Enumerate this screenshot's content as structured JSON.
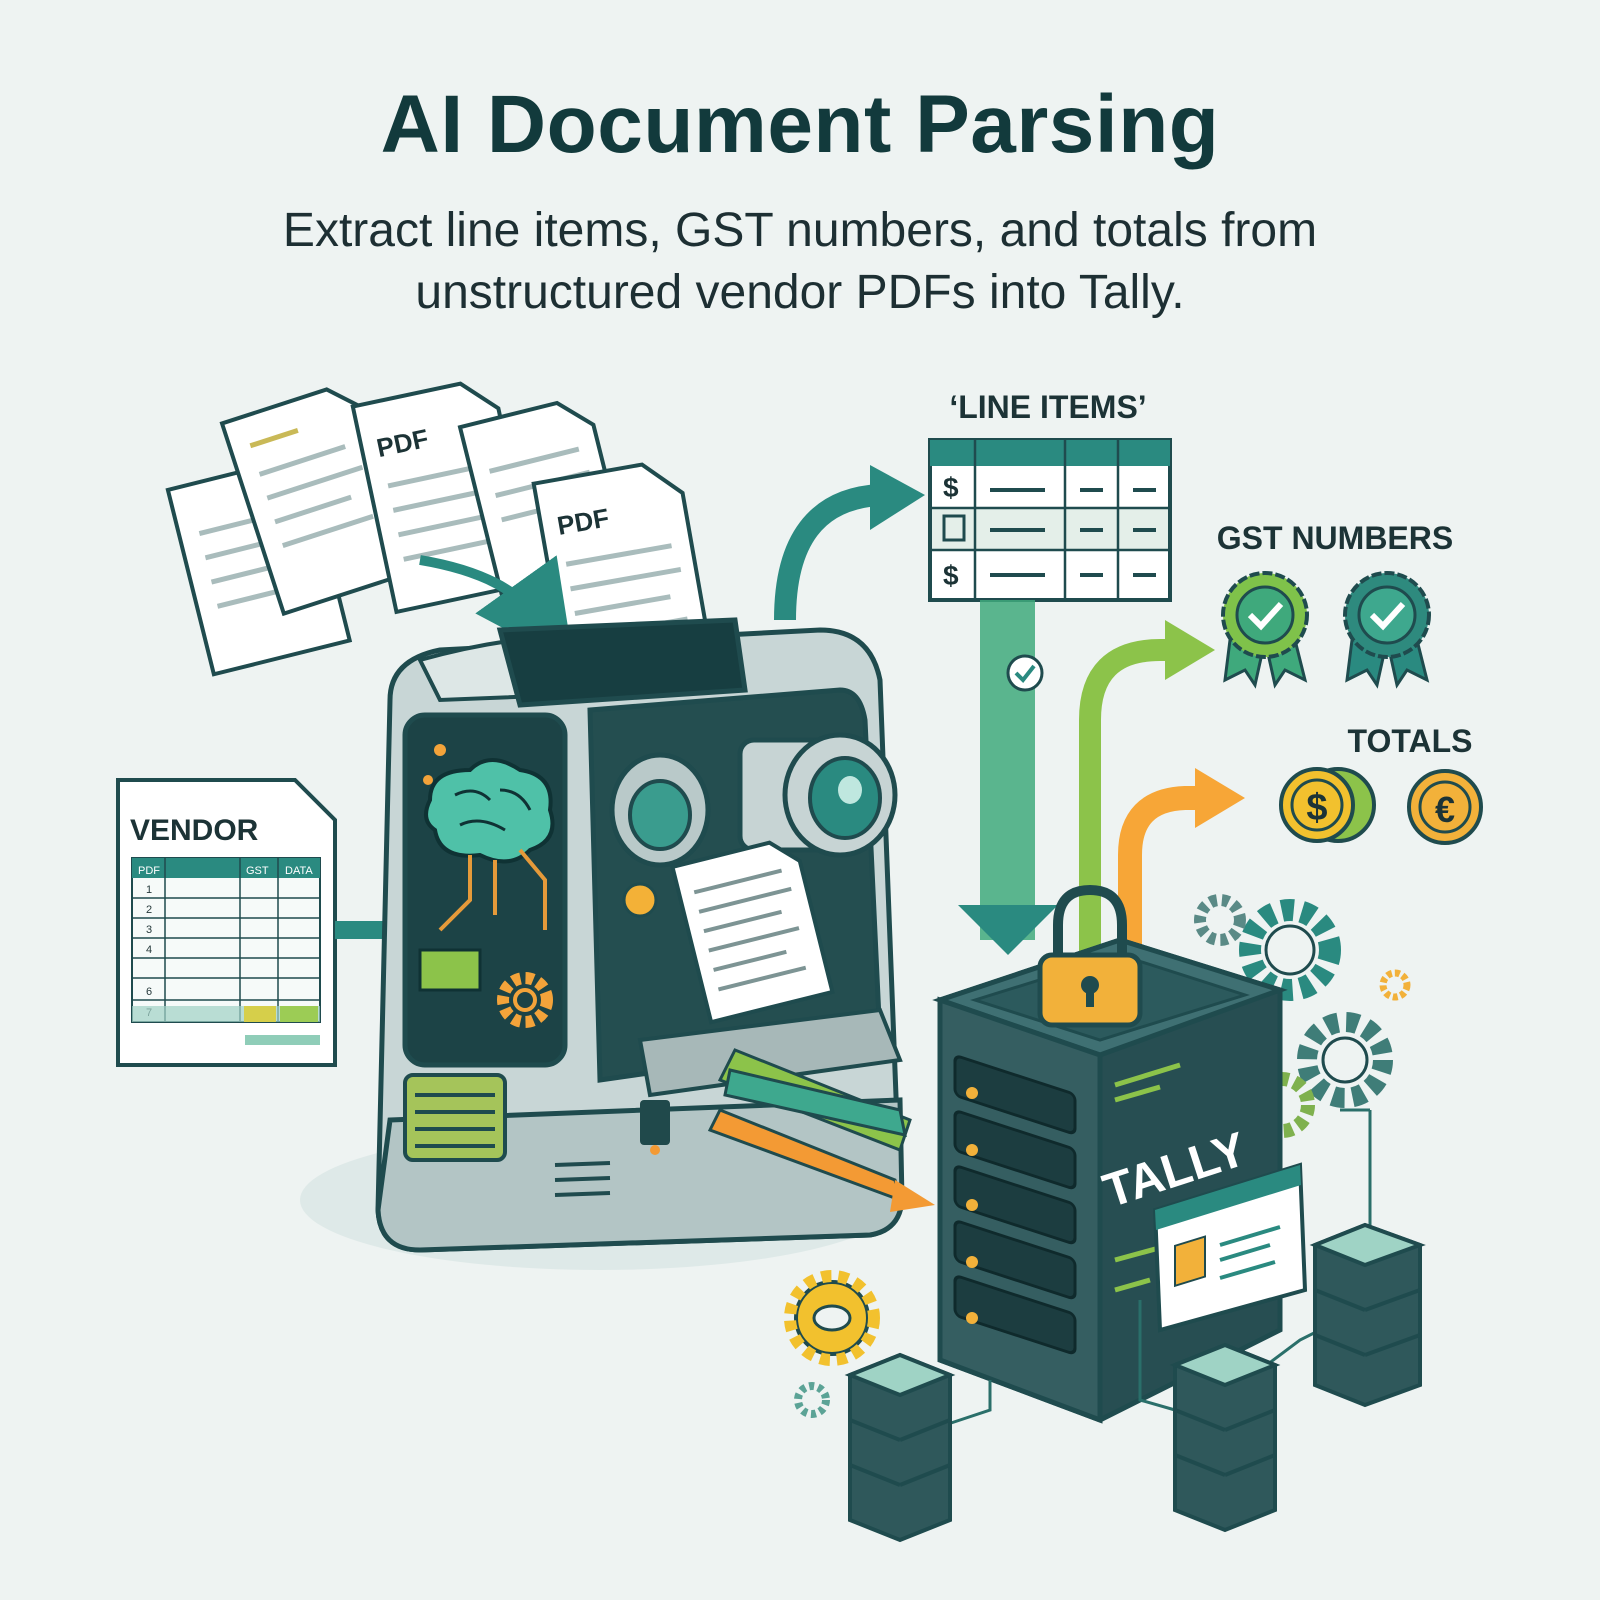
{
  "title": "AI Document Parsing",
  "subtitle": "Extract line items, GST numbers, and totals from unstructured vendor PDFs into Tally.",
  "labels": {
    "line_items": "‘LINE ITEMS’",
    "gst_numbers": "GST NUMBERS",
    "totals": "TOTALS",
    "vendor": "VENDOR",
    "tally": "TALLY",
    "pdf": "PDF"
  },
  "vendor_table": {
    "headers": [
      "PDF",
      "GST",
      "DATA"
    ],
    "rows": [
      "1",
      "2",
      "3",
      "4",
      "6",
      "7"
    ]
  },
  "symbols": {
    "dollar": "$",
    "euro": "€"
  },
  "colors": {
    "teal": "#2a8a80",
    "dark_teal": "#1f4b4e",
    "green": "#8cc34a",
    "orange": "#f39a34",
    "gold": "#f2c12e",
    "background": "#eef3f2"
  }
}
